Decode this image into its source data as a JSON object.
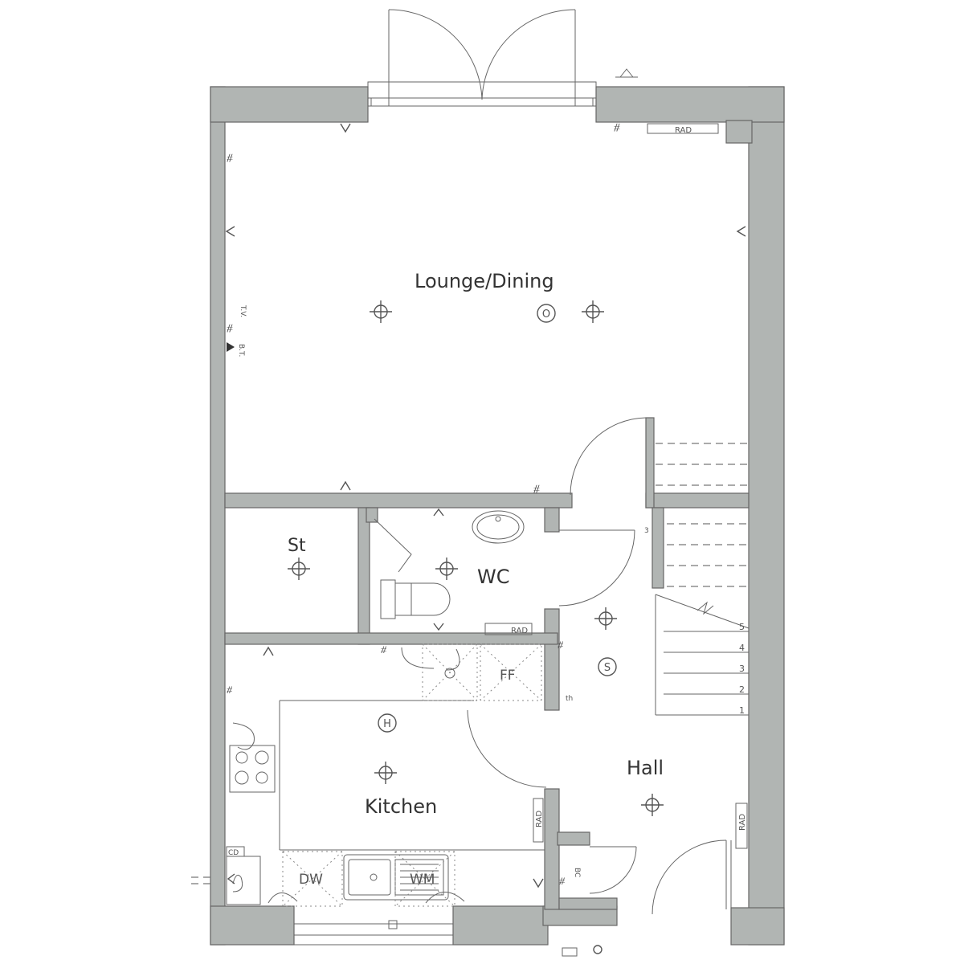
{
  "rooms": {
    "lounge": "Lounge/Dining",
    "store": "St",
    "wc": "WC",
    "kitchen": "Kitchen",
    "hall": "Hall"
  },
  "fixtures": {
    "rad": "RAD",
    "fridge_freezer": "FF",
    "dishwasher": "DW",
    "washing_machine": "WM",
    "tv": "T.V.",
    "bt": "B.T.",
    "cooker_hood": "CD",
    "thermostat": "th",
    "boiler": "BC",
    "stair_steps": [
      "1",
      "2",
      "3",
      "4",
      "5"
    ],
    "switch_3": "3"
  },
  "symbols": {
    "light_point": "light-point-icon",
    "smoke_alarm": "S",
    "heat_alarm": "H",
    "wall_fitting": "O"
  }
}
